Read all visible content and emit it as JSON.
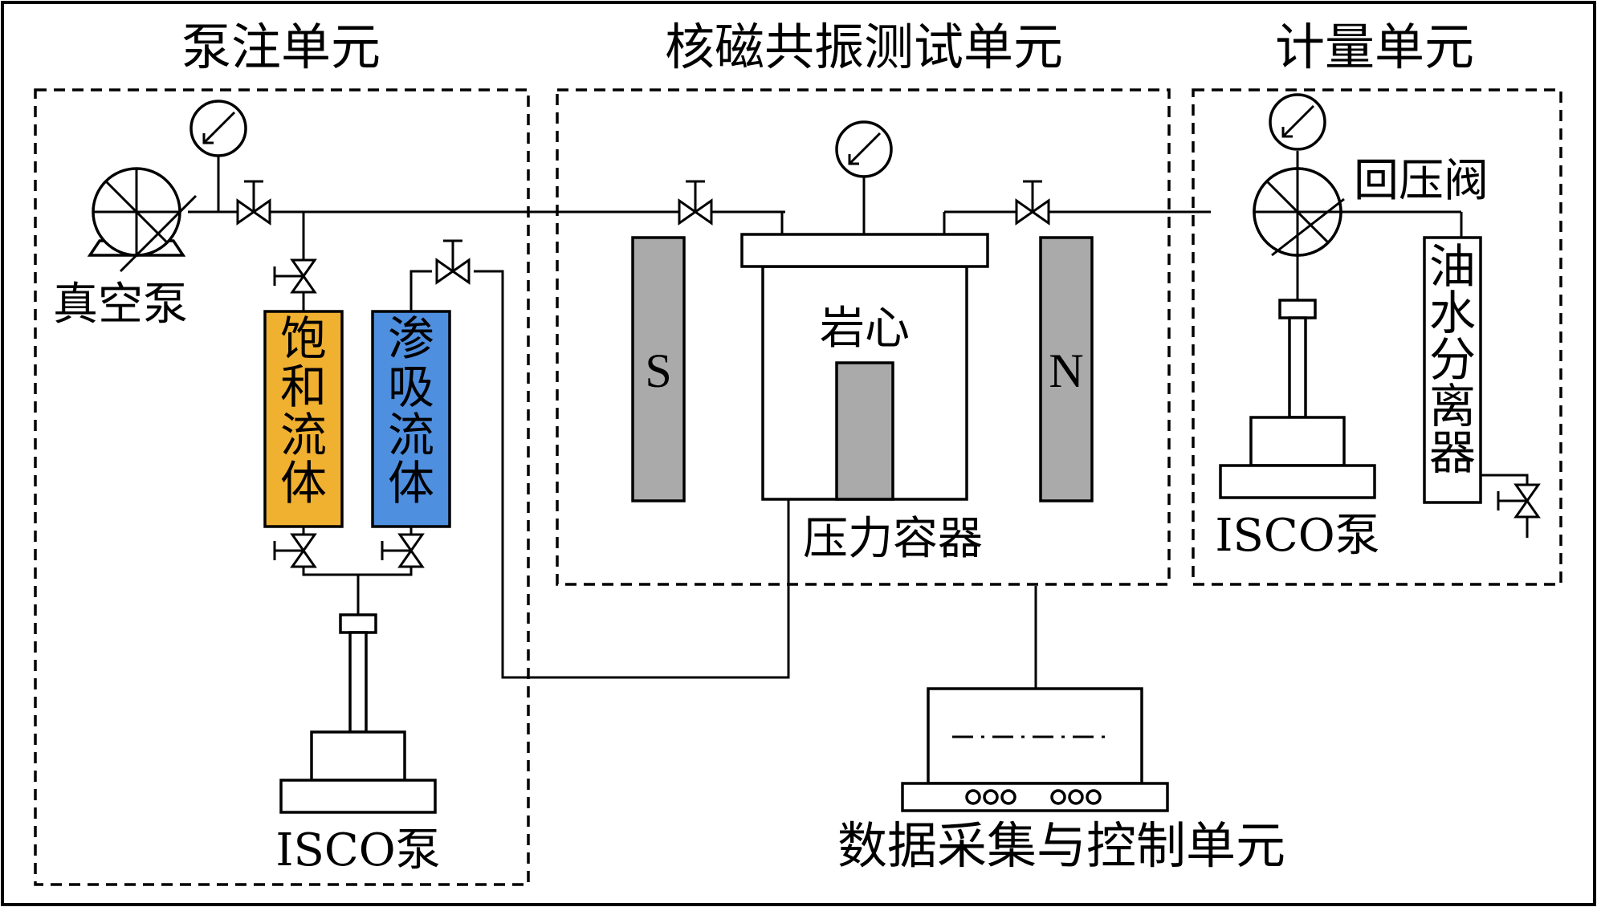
{
  "sections": {
    "pump": "泵注单元",
    "nmr": "核磁共振测试单元",
    "metering": "计量单元",
    "data": "数据采集与控制单元"
  },
  "labels": {
    "vacuum_pump": "真空泵",
    "saturating_fluid": [
      "饱",
      "和",
      "流",
      "体"
    ],
    "imbibition_fluid": [
      "渗",
      "吸",
      "流",
      "体"
    ],
    "isco_pump_left": "ISCO泵",
    "core": "岩心",
    "magnet_s": "S",
    "magnet_n": "N",
    "pressure_vessel": "压力容器",
    "back_pressure_valve": "回压阀",
    "oil_water_separator": [
      "油",
      "水",
      "分",
      "离",
      "器"
    ],
    "isco_pump_right": "ISCO泵"
  },
  "colors": {
    "saturating_fluid": "#F0B030",
    "imbibition_fluid": "#4F8FDF",
    "magnet": "#AAAAAA",
    "core": "#AAAAAA"
  },
  "icons": {
    "gauge": "pressure-gauge-icon",
    "valve": "needle-valve-icon",
    "pump": "vacuum-pump-icon"
  }
}
